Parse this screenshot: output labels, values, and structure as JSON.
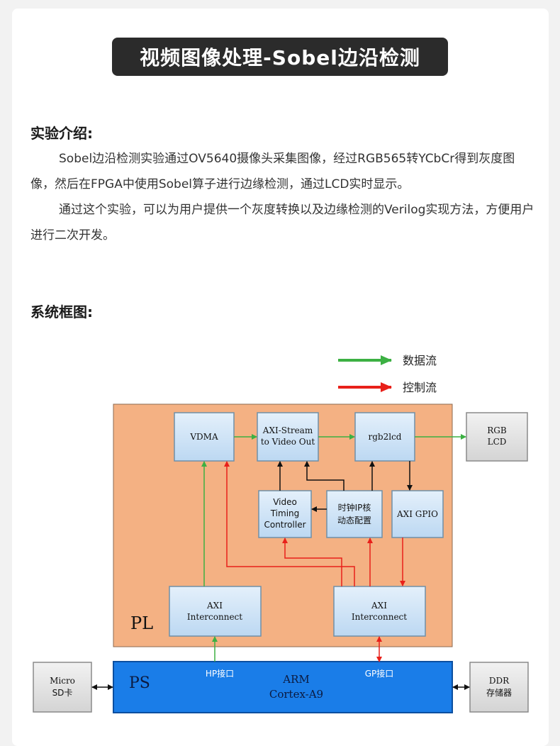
{
  "title": "视频图像处理-Sobel边沿检测",
  "intro": {
    "heading": "实验介绍:",
    "para1": "Sobel边沿检测实验通过OV5640摄像头采集图像，经过RGB565转YCbCr得到灰度图像，然后在FPGA中使用Sobel算子进行边缘检测，通过LCD实时显示。",
    "para2": "通过这个实验，可以为用户提供一个灰度转换以及边缘检测的Verilog实现方法，方便用户进行二次开发。"
  },
  "system": {
    "heading": "系统框图:"
  },
  "legend": {
    "data_flow": "数据流",
    "control_flow": "控制流"
  },
  "diagram": {
    "colors": {
      "data": "#3cb043",
      "control": "#e8201a",
      "pl": "#f4b183",
      "ps": "#1a7de8",
      "block": "#cfe4f7"
    },
    "pl_label": "PL",
    "ps_label": "PS",
    "vdma": "VDMA",
    "axi_stream_l1": "AXI-Stream",
    "axi_stream_l2": "to Video Out",
    "rgb2lcd": "rgb2lcd",
    "rgb_lcd_l1": "RGB",
    "rgb_lcd_l2": "LCD",
    "vtc_l1": "Video",
    "vtc_l2": "Timing",
    "vtc_l3": "Controller",
    "clk_l1": "时钟IP核",
    "clk_l2": "动态配置",
    "axi_gpio": "AXI GPIO",
    "axi_ic_l1": "AXI",
    "axi_ic_l2": "Interconnect",
    "axi_ic2_l1": "AXI",
    "axi_ic2_l2": "Interconnect",
    "hp_port": "HP接口",
    "gp_port": "GP接口",
    "arm_l1": "ARM",
    "arm_l2": "Cortex-A9",
    "sd_l1": "Micro",
    "sd_l2": "SD卡",
    "ddr_l1": "DDR",
    "ddr_l2": "存储器"
  }
}
